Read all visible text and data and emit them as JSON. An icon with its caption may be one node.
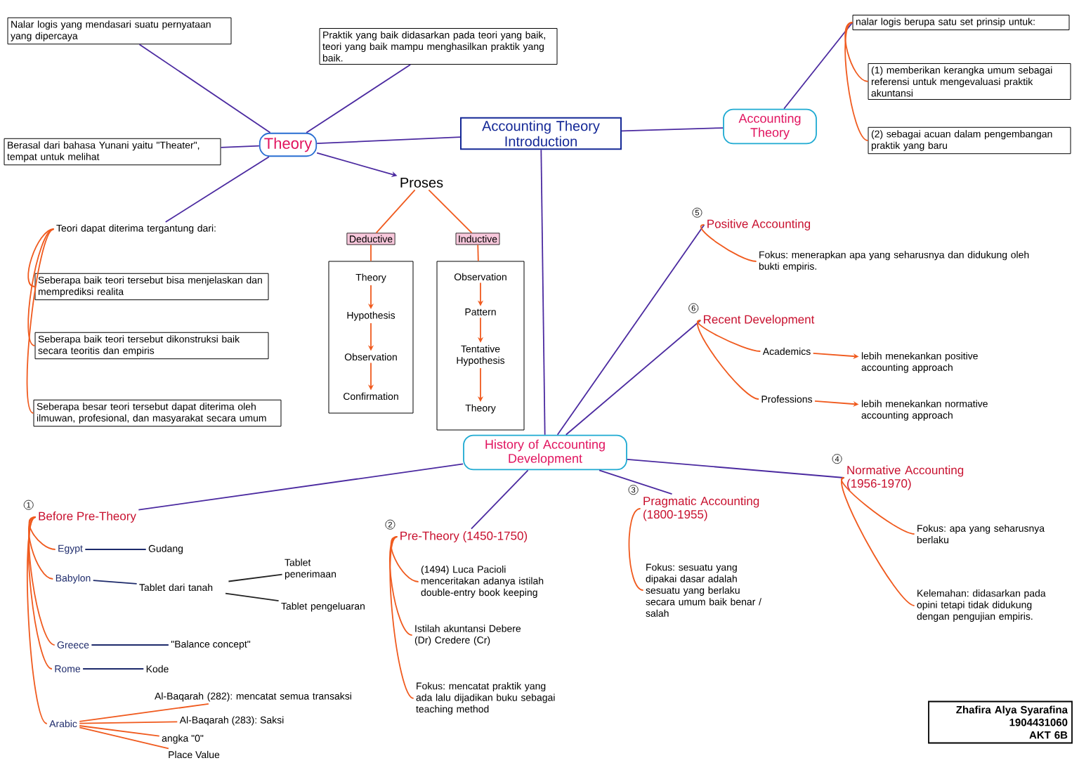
{
  "diagram": {
    "nodes": [
      {
        "text": [
          "Accounting Theory Introduction"
        ]
      },
      {
        "text": [
          "Theory"
        ]
      },
      {
        "text": [
          "Nalar logis yang mendasari suatu pernyataan yang dipercaya"
        ]
      },
      {
        "text": [
          "Praktik yang baik didasarkan pada teori yang baik, teori yang baik mampu menghasilkan praktik yang baik."
        ]
      },
      {
        "text": [
          "Berasal dari bahasa Yunani yaitu \"Theater\", tempat untuk melihat"
        ]
      },
      {
        "text": [
          "Teori dapat diterima tergantung dari:"
        ]
      },
      {
        "text": [
          "Seberapa baik teori tersebut bisa menjelaskan dan memprediksi realita"
        ]
      },
      {
        "text": [
          "Seberapa baik teori tersebut dikonstruksi baik secara teoritis dan empiris"
        ]
      },
      {
        "text": [
          "Seberapa besar teori tersebut dapat diterima oleh ilmuwan, profesional, dan masyarakat secara umum"
        ]
      },
      {
        "text": [
          "Proses"
        ]
      },
      {
        "text": [
          "Deductive"
        ]
      },
      {
        "text": [
          "Inductive"
        ]
      },
      {
        "text": [],
        "shape": "box"
      },
      {
        "text": [
          "Theory"
        ],
        "in": 12
      },
      {
        "text": [
          "Hypothesis"
        ],
        "in": 12
      },
      {
        "text": [
          "Observation"
        ],
        "in": 12
      },
      {
        "text": [
          "Confirmation"
        ],
        "in": 12
      },
      {
        "text": [],
        "shape": "box"
      },
      {
        "text": [
          "Observation"
        ],
        "in": 17
      },
      {
        "text": [
          "Pattern"
        ],
        "in": 17
      },
      {
        "text": [
          "Tentative Hypothesis"
        ],
        "in": 17
      },
      {
        "text": [
          "Theory"
        ],
        "in": 17
      },
      {
        "text": [
          "Accounting Theory"
        ]
      },
      {
        "text": [
          "nalar logis berupa satu set prinsip untuk:"
        ]
      },
      {
        "text": [
          "(1) memberikan kerangka umum sebagai referensi untuk mengevaluasi praktik akuntansi"
        ]
      },
      {
        "text": [
          "(2) sebagai acuan dalam pengembangan praktik yang baru"
        ]
      },
      {
        "text": [
          "History of Accounting Development"
        ]
      },
      {
        "text": [
          "Before Pre-Theory"
        ],
        "beside": [
          "1"
        ]
      },
      {
        "text": [
          "Egypt"
        ]
      },
      {
        "text": [
          "Gudang"
        ]
      },
      {
        "text": [
          "Babylon"
        ]
      },
      {
        "text": [
          "Tablet dari tanah"
        ]
      },
      {
        "text": [
          "Tablet penerimaan"
        ]
      },
      {
        "text": [
          "Tablet pengeluaran"
        ]
      },
      {
        "text": [
          "Greece"
        ]
      },
      {
        "text": [
          "\"Balance concept\""
        ]
      },
      {
        "text": [
          "Rome"
        ]
      },
      {
        "text": [
          "Kode"
        ]
      },
      {
        "text": [
          "Arabic"
        ]
      },
      {
        "text": [
          "Al-Baqarah (282): mencatat semua transaksi"
        ]
      },
      {
        "text": [
          "Al-Baqarah (283): Saksi"
        ]
      },
      {
        "text": [
          "angka \"0\""
        ]
      },
      {
        "text": [
          "Place Value"
        ]
      },
      {
        "text": [
          "Pre-Theory (1450-1750)"
        ],
        "beside": [
          "2"
        ]
      },
      {
        "text": [
          "(1494) Luca Pacioli menceritakan adanya istilah double-entry book keeping"
        ]
      },
      {
        "text": [
          "Istilah akuntansi Debere (Dr) Credere (Cr)"
        ]
      },
      {
        "text": [
          "Fokus: mencatat praktik yang ada lalu dijadikan buku sebagai teaching method"
        ]
      },
      {
        "text": [
          "Pragmatic Accounting (1800-1955)"
        ],
        "beside": [
          "3"
        ]
      },
      {
        "text": [
          "Fokus: sesuatu yang dipakai dasar adalah sesuatu yang berlaku secara umum baik benar / salah"
        ]
      },
      {
        "text": [
          "Normative Accounting (1956-1970)"
        ],
        "beside": [
          "4"
        ]
      },
      {
        "text": [
          "Fokus: apa yang seharusnya berlaku"
        ]
      },
      {
        "text": [
          "Kelemahan: didasarkan pada opini tetapi tidak didukung dengan pengujian empiris."
        ]
      },
      {
        "text": [
          "Positive Accounting"
        ],
        "beside": [
          "5"
        ]
      },
      {
        "text": [
          "Fokus: menerapkan apa yang seharusnya dan didukung oleh bukti empiris."
        ]
      },
      {
        "text": [
          "Recent Development"
        ],
        "beside": [
          "6"
        ]
      },
      {
        "text": [
          "Academics"
        ]
      },
      {
        "text": [
          "lebih menekankan positive accounting approach"
        ]
      },
      {
        "text": [
          "Professions"
        ]
      },
      {
        "text": [
          "lebih menekankan normative accounting approach"
        ]
      },
      {
        "text": [
          "Zhafira Alya Syarafina",
          "1904431060",
          "AKT 6B"
        ]
      }
    ],
    "edges": [
      {
        "from": 0,
        "to": 1,
        "arrow": "none",
        "color": "#4b2aa0"
      },
      {
        "from": 0,
        "to": 22,
        "arrow": "none",
        "color": "#4b2aa0"
      },
      {
        "from": 0,
        "to": 26,
        "arrow": "none",
        "color": "#4b2aa0"
      },
      {
        "from": 1,
        "to": 2,
        "arrow": "none",
        "color": "#4b2aa0"
      },
      {
        "from": 1,
        "to": 3,
        "arrow": "none",
        "color": "#4b2aa0"
      },
      {
        "from": 1,
        "to": 4,
        "arrow": "none",
        "color": "#4b2aa0"
      },
      {
        "from": 1,
        "to": 5,
        "arrow": "none",
        "color": "#4b2aa0"
      },
      {
        "from": 1,
        "to": 9,
        "arrow": "to",
        "color": "#4b2aa0"
      },
      {
        "from": 5,
        "to": 6,
        "arrow": "none"
      },
      {
        "from": 5,
        "to": 7,
        "arrow": "none"
      },
      {
        "from": 5,
        "to": 8,
        "arrow": "none"
      },
      {
        "from": 9,
        "to": 10,
        "arrow": "none"
      },
      {
        "from": 9,
        "to": 11,
        "arrow": "none"
      },
      {
        "from": 10,
        "to": 12,
        "arrow": "none"
      },
      {
        "from": 11,
        "to": 17,
        "arrow": "none"
      },
      {
        "from": 13,
        "to": 14,
        "arrow": "to"
      },
      {
        "from": 14,
        "to": 15,
        "arrow": "to"
      },
      {
        "from": 15,
        "to": 16,
        "arrow": "to"
      },
      {
        "from": 18,
        "to": 19,
        "arrow": "to"
      },
      {
        "from": 19,
        "to": 20,
        "arrow": "to"
      },
      {
        "from": 20,
        "to": 21,
        "arrow": "to"
      },
      {
        "from": 22,
        "to": 23,
        "arrow": "none",
        "color": "#4b2aa0"
      },
      {
        "from": 23,
        "to": 24,
        "arrow": "none"
      },
      {
        "from": 23,
        "to": 25,
        "arrow": "none"
      },
      {
        "from": 26,
        "to": 27,
        "arrow": "none",
        "color": "#4b2aa0"
      },
      {
        "from": 26,
        "to": 43,
        "arrow": "none",
        "color": "#4b2aa0"
      },
      {
        "from": 26,
        "to": 47,
        "arrow": "none",
        "color": "#4b2aa0"
      },
      {
        "from": 26,
        "to": 49,
        "arrow": "none",
        "color": "#4b2aa0"
      },
      {
        "from": 26,
        "to": 52,
        "arrow": "none",
        "color": "#4b2aa0"
      },
      {
        "from": 26,
        "to": 54,
        "arrow": "none",
        "color": "#4b2aa0"
      },
      {
        "from": 27,
        "to": 28,
        "arrow": "none"
      },
      {
        "from": 27,
        "to": 30,
        "arrow": "none"
      },
      {
        "from": 27,
        "to": 34,
        "arrow": "none"
      },
      {
        "from": 27,
        "to": 36,
        "arrow": "none"
      },
      {
        "from": 27,
        "to": 38,
        "arrow": "none"
      },
      {
        "from": 28,
        "to": 29,
        "arrow": "none",
        "color": "#1d2a6b"
      },
      {
        "from": 30,
        "to": 31,
        "arrow": "none",
        "color": "#1d2a6b"
      },
      {
        "from": 31,
        "to": 32,
        "arrow": "none",
        "color": "#222222"
      },
      {
        "from": 31,
        "to": 33,
        "arrow": "none",
        "color": "#222222"
      },
      {
        "from": 34,
        "to": 35,
        "arrow": "none",
        "color": "#1d2a6b"
      },
      {
        "from": 36,
        "to": 37,
        "arrow": "none",
        "color": "#1d2a6b"
      },
      {
        "from": 38,
        "to": 39,
        "arrow": "none"
      },
      {
        "from": 38,
        "to": 40,
        "arrow": "none"
      },
      {
        "from": 38,
        "to": 41,
        "arrow": "none"
      },
      {
        "from": 38,
        "to": 42,
        "arrow": "none"
      },
      {
        "from": 43,
        "to": 44,
        "arrow": "none"
      },
      {
        "from": 43,
        "to": 45,
        "arrow": "none"
      },
      {
        "from": 43,
        "to": 46,
        "arrow": "none"
      },
      {
        "from": 47,
        "to": 48,
        "arrow": "none"
      },
      {
        "from": 49,
        "to": 50,
        "arrow": "none"
      },
      {
        "from": 49,
        "to": 51,
        "arrow": "none"
      },
      {
        "from": 52,
        "to": 53,
        "arrow": "none"
      },
      {
        "from": 54,
        "to": 55,
        "arrow": "none"
      },
      {
        "from": 54,
        "to": 57,
        "arrow": "none"
      },
      {
        "from": 55,
        "to": 56,
        "arrow": "to"
      },
      {
        "from": 57,
        "to": 58,
        "arrow": "to"
      }
    ]
  }
}
